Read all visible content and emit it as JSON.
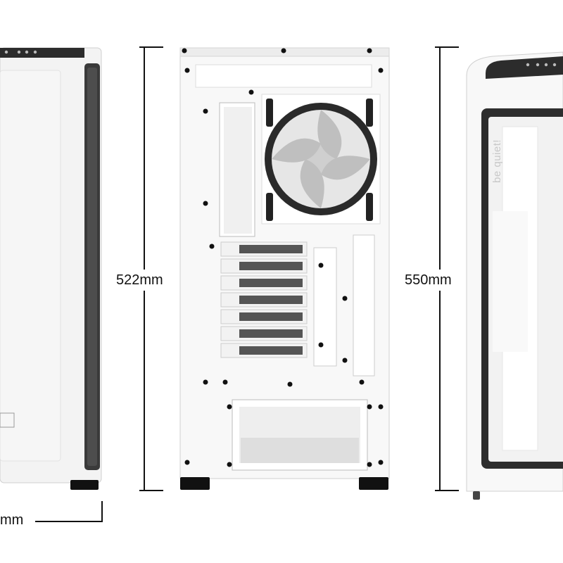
{
  "dimensions": {
    "height_back": "522mm",
    "height_side": "550mm",
    "width_partial": "mm"
  },
  "case": {
    "brand_logo": "be quiet!",
    "color": "#ffffff",
    "accent_dark": "#333333"
  }
}
